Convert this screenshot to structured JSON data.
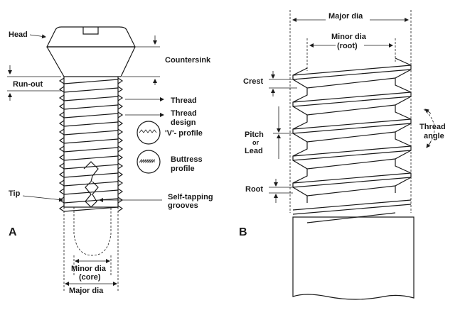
{
  "panel_a": {
    "letter": "A",
    "labels": {
      "head": "Head",
      "countersink": "Countersink",
      "run_out": "Run-out",
      "thread": "Thread",
      "thread_design_1": "Thread",
      "thread_design_2": "design",
      "v_profile": "'V'- profile",
      "buttress_1": "Buttress",
      "buttress_2": "profile",
      "tip": "Tip",
      "self_tapping_1": "Self-tapping",
      "self_tapping_2": "grooves",
      "minor_dia_1": "Minor dia",
      "minor_dia_2": "(core)",
      "major_dia": "Major dia"
    }
  },
  "panel_b": {
    "letter": "B",
    "labels": {
      "major_dia": "Major dia",
      "minor_dia_1": "Minor dia",
      "minor_dia_2": "(root)",
      "crest": "Crest",
      "pitch": "Pitch",
      "or": "or",
      "lead": "Lead",
      "root": "Root",
      "thread_angle_1": "Thread",
      "thread_angle_2": "angle"
    }
  }
}
